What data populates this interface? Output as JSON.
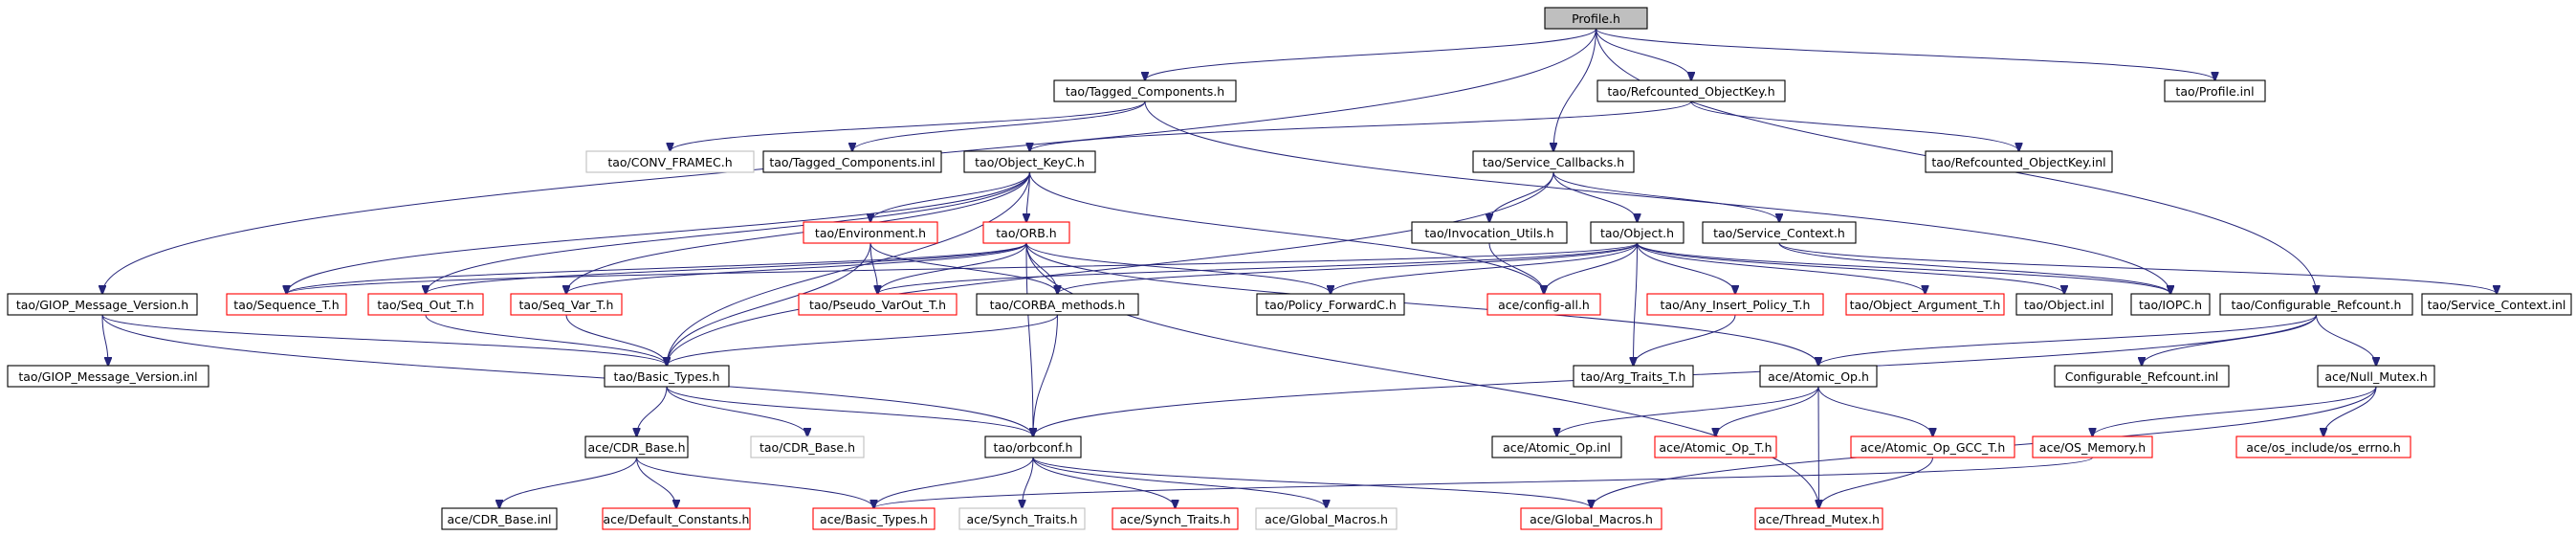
{
  "palette": {
    "edge": "#25257a",
    "border_normal": "#000000",
    "border_red": "#ff0000",
    "border_gray": "#bfbfbf",
    "root_fill": "#bfbfbf",
    "text": "#000000"
  },
  "nodes": [
    {
      "id": "profile_h",
      "label": "Profile.h",
      "style": "root"
    },
    {
      "id": "tagged_components_h",
      "label": "tao/Tagged_Components.h",
      "style": "normal"
    },
    {
      "id": "refcounted_objectkey_h",
      "label": "tao/Refcounted_ObjectKey.h",
      "style": "normal"
    },
    {
      "id": "profile_inl",
      "label": "tao/Profile.inl",
      "style": "normal"
    },
    {
      "id": "conv_framec_h",
      "label": "tao/CONV_FRAMEC.h",
      "style": "gray"
    },
    {
      "id": "tagged_components_inl",
      "label": "tao/Tagged_Components.inl",
      "style": "normal"
    },
    {
      "id": "object_keyc_h",
      "label": "tao/Object_KeyC.h",
      "style": "normal"
    },
    {
      "id": "service_callbacks_h",
      "label": "tao/Service_Callbacks.h",
      "style": "normal"
    },
    {
      "id": "refcounted_objectkey_inl",
      "label": "tao/Refcounted_ObjectKey.inl",
      "style": "normal"
    },
    {
      "id": "environment_h",
      "label": "tao/Environment.h",
      "style": "red"
    },
    {
      "id": "orb_h",
      "label": "tao/ORB.h",
      "style": "red"
    },
    {
      "id": "invocation_utils_h",
      "label": "tao/Invocation_Utils.h",
      "style": "normal"
    },
    {
      "id": "object_h",
      "label": "tao/Object.h",
      "style": "normal"
    },
    {
      "id": "service_context_h",
      "label": "tao/Service_Context.h",
      "style": "normal"
    },
    {
      "id": "giop_message_version_h",
      "label": "tao/GIOP_Message_Version.h",
      "style": "normal"
    },
    {
      "id": "sequence_t_h",
      "label": "tao/Sequence_T.h",
      "style": "red"
    },
    {
      "id": "seq_out_t_h",
      "label": "tao/Seq_Out_T.h",
      "style": "red"
    },
    {
      "id": "seq_var_t_h",
      "label": "tao/Seq_Var_T.h",
      "style": "red"
    },
    {
      "id": "pseudo_varout_t_h",
      "label": "tao/Pseudo_VarOut_T.h",
      "style": "red"
    },
    {
      "id": "corba_methods_h",
      "label": "tao/CORBA_methods.h",
      "style": "normal"
    },
    {
      "id": "policy_forwardc_h",
      "label": "tao/Policy_ForwardC.h",
      "style": "normal"
    },
    {
      "id": "config_all_h",
      "label": "ace/config-all.h",
      "style": "red"
    },
    {
      "id": "any_insert_policy_t_h",
      "label": "tao/Any_Insert_Policy_T.h",
      "style": "red"
    },
    {
      "id": "object_argument_t_h",
      "label": "tao/Object_Argument_T.h",
      "style": "red"
    },
    {
      "id": "object_inl",
      "label": "tao/Object.inl",
      "style": "normal"
    },
    {
      "id": "iopc_h",
      "label": "tao/IOPC.h",
      "style": "normal"
    },
    {
      "id": "configurable_refcount_h",
      "label": "tao/Configurable_Refcount.h",
      "style": "normal"
    },
    {
      "id": "service_context_inl",
      "label": "tao/Service_Context.inl",
      "style": "normal"
    },
    {
      "id": "giop_message_version_inl",
      "label": "tao/GIOP_Message_Version.inl",
      "style": "normal"
    },
    {
      "id": "basic_types_h_tao",
      "label": "tao/Basic_Types.h",
      "style": "normal"
    },
    {
      "id": "arg_traits_t_h",
      "label": "tao/Arg_Traits_T.h",
      "style": "normal"
    },
    {
      "id": "atomic_op_h",
      "label": "ace/Atomic_Op.h",
      "style": "normal"
    },
    {
      "id": "configurable_refcount_inl",
      "label": "Configurable_Refcount.inl",
      "style": "normal"
    },
    {
      "id": "null_mutex_h",
      "label": "ace/Null_Mutex.h",
      "style": "normal"
    },
    {
      "id": "cdr_base_h_ace",
      "label": "ace/CDR_Base.h",
      "style": "normal"
    },
    {
      "id": "cdr_base_h_tao",
      "label": "tao/CDR_Base.h",
      "style": "gray"
    },
    {
      "id": "orbconf_h",
      "label": "tao/orbconf.h",
      "style": "normal"
    },
    {
      "id": "atomic_op_inl",
      "label": "ace/Atomic_Op.inl",
      "style": "normal"
    },
    {
      "id": "atomic_op_t_h",
      "label": "ace/Atomic_Op_T.h",
      "style": "red"
    },
    {
      "id": "atomic_op_gcc_t_h",
      "label": "ace/Atomic_Op_GCC_T.h",
      "style": "red"
    },
    {
      "id": "os_memory_h",
      "label": "ace/OS_Memory.h",
      "style": "red"
    },
    {
      "id": "os_errno_h",
      "label": "ace/os_include/os_errno.h",
      "style": "red"
    },
    {
      "id": "cdr_base_inl",
      "label": "ace/CDR_Base.inl",
      "style": "normal"
    },
    {
      "id": "default_constants_h",
      "label": "ace/Default_Constants.h",
      "style": "red"
    },
    {
      "id": "basic_types_h_ace",
      "label": "ace/Basic_Types.h",
      "style": "red"
    },
    {
      "id": "synch_traits_h_gray",
      "label": "ace/Synch_Traits.h",
      "style": "gray"
    },
    {
      "id": "synch_traits_h_red",
      "label": "ace/Synch_Traits.h",
      "style": "red"
    },
    {
      "id": "global_macros_h_gray",
      "label": "ace/Global_Macros.h",
      "style": "gray"
    },
    {
      "id": "global_macros_h_red",
      "label": "ace/Global_Macros.h",
      "style": "red"
    },
    {
      "id": "thread_mutex_h",
      "label": "ace/Thread_Mutex.h",
      "style": "red"
    }
  ],
  "edges": [
    [
      "profile_h",
      "tagged_components_h"
    ],
    [
      "profile_h",
      "refcounted_objectkey_h"
    ],
    [
      "profile_h",
      "profile_inl"
    ],
    [
      "profile_h",
      "service_callbacks_h"
    ],
    [
      "profile_h",
      "giop_message_version_h"
    ],
    [
      "profile_h",
      "configurable_refcount_h"
    ],
    [
      "tagged_components_h",
      "conv_framec_h"
    ],
    [
      "tagged_components_h",
      "tagged_components_inl"
    ],
    [
      "tagged_components_h",
      "iopc_h"
    ],
    [
      "refcounted_objectkey_h",
      "object_keyc_h"
    ],
    [
      "refcounted_objectkey_h",
      "refcounted_objectkey_inl"
    ],
    [
      "object_keyc_h",
      "environment_h"
    ],
    [
      "object_keyc_h",
      "orb_h"
    ],
    [
      "object_keyc_h",
      "sequence_t_h"
    ],
    [
      "object_keyc_h",
      "seq_out_t_h"
    ],
    [
      "object_keyc_h",
      "seq_var_t_h"
    ],
    [
      "object_keyc_h",
      "config_all_h"
    ],
    [
      "object_keyc_h",
      "basic_types_h_tao"
    ],
    [
      "service_callbacks_h",
      "invocation_utils_h"
    ],
    [
      "service_callbacks_h",
      "object_h"
    ],
    [
      "service_callbacks_h",
      "service_context_h"
    ],
    [
      "service_callbacks_h",
      "basic_types_h_tao"
    ],
    [
      "environment_h",
      "pseudo_varout_t_h"
    ],
    [
      "environment_h",
      "corba_methods_h"
    ],
    [
      "environment_h",
      "basic_types_h_tao"
    ],
    [
      "orb_h",
      "sequence_t_h"
    ],
    [
      "orb_h",
      "seq_out_t_h"
    ],
    [
      "orb_h",
      "seq_var_t_h"
    ],
    [
      "orb_h",
      "pseudo_varout_t_h"
    ],
    [
      "orb_h",
      "corba_methods_h"
    ],
    [
      "orb_h",
      "policy_forwardc_h"
    ],
    [
      "orb_h",
      "orbconf_h"
    ],
    [
      "orb_h",
      "atomic_op_h"
    ],
    [
      "orb_h",
      "thread_mutex_h"
    ],
    [
      "invocation_utils_h",
      "config_all_h"
    ],
    [
      "object_h",
      "pseudo_varout_t_h"
    ],
    [
      "object_h",
      "corba_methods_h"
    ],
    [
      "object_h",
      "policy_forwardc_h"
    ],
    [
      "object_h",
      "config_all_h"
    ],
    [
      "object_h",
      "any_insert_policy_t_h"
    ],
    [
      "object_h",
      "object_argument_t_h"
    ],
    [
      "object_h",
      "object_inl"
    ],
    [
      "object_h",
      "iopc_h"
    ],
    [
      "object_h",
      "arg_traits_t_h"
    ],
    [
      "object_h",
      "sequence_t_h"
    ],
    [
      "service_context_h",
      "iopc_h"
    ],
    [
      "service_context_h",
      "service_context_inl"
    ],
    [
      "giop_message_version_h",
      "giop_message_version_inl"
    ],
    [
      "giop_message_version_h",
      "basic_types_h_tao"
    ],
    [
      "giop_message_version_h",
      "orbconf_h"
    ],
    [
      "seq_out_t_h",
      "basic_types_h_tao"
    ],
    [
      "seq_var_t_h",
      "basic_types_h_tao"
    ],
    [
      "corba_methods_h",
      "basic_types_h_tao"
    ],
    [
      "corba_methods_h",
      "orbconf_h"
    ],
    [
      "any_insert_policy_t_h",
      "arg_traits_t_h"
    ],
    [
      "configurable_refcount_h",
      "atomic_op_h"
    ],
    [
      "configurable_refcount_h",
      "configurable_refcount_inl"
    ],
    [
      "configurable_refcount_h",
      "null_mutex_h"
    ],
    [
      "configurable_refcount_h",
      "orbconf_h"
    ],
    [
      "basic_types_h_tao",
      "cdr_base_h_ace"
    ],
    [
      "basic_types_h_tao",
      "cdr_base_h_tao"
    ],
    [
      "basic_types_h_tao",
      "orbconf_h"
    ],
    [
      "atomic_op_h",
      "atomic_op_inl"
    ],
    [
      "atomic_op_h",
      "atomic_op_t_h"
    ],
    [
      "atomic_op_h",
      "atomic_op_gcc_t_h"
    ],
    [
      "atomic_op_h",
      "thread_mutex_h"
    ],
    [
      "null_mutex_h",
      "os_memory_h"
    ],
    [
      "null_mutex_h",
      "os_errno_h"
    ],
    [
      "null_mutex_h",
      "global_macros_h_red"
    ],
    [
      "cdr_base_h_ace",
      "cdr_base_inl"
    ],
    [
      "cdr_base_h_ace",
      "default_constants_h"
    ],
    [
      "cdr_base_h_ace",
      "basic_types_h_ace"
    ],
    [
      "orbconf_h",
      "basic_types_h_ace"
    ],
    [
      "orbconf_h",
      "synch_traits_h_gray"
    ],
    [
      "orbconf_h",
      "synch_traits_h_red"
    ],
    [
      "orbconf_h",
      "global_macros_h_gray"
    ],
    [
      "orbconf_h",
      "global_macros_h_red"
    ],
    [
      "atomic_op_gcc_t_h",
      "thread_mutex_h"
    ],
    [
      "os_memory_h",
      "basic_types_h_ace"
    ]
  ]
}
